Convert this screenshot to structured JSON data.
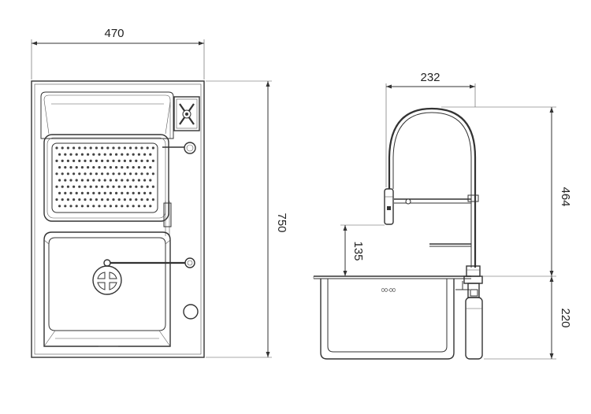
{
  "drawing": {
    "dimensions": {
      "sink_width": "470",
      "sink_length": "750",
      "faucet_reach": "232",
      "faucet_height": "464",
      "spout_clearance": "135",
      "bowl_depth": "220"
    },
    "bowl_label": "00-00",
    "colors": {
      "line": "#333333",
      "background": "#ffffff"
    }
  }
}
